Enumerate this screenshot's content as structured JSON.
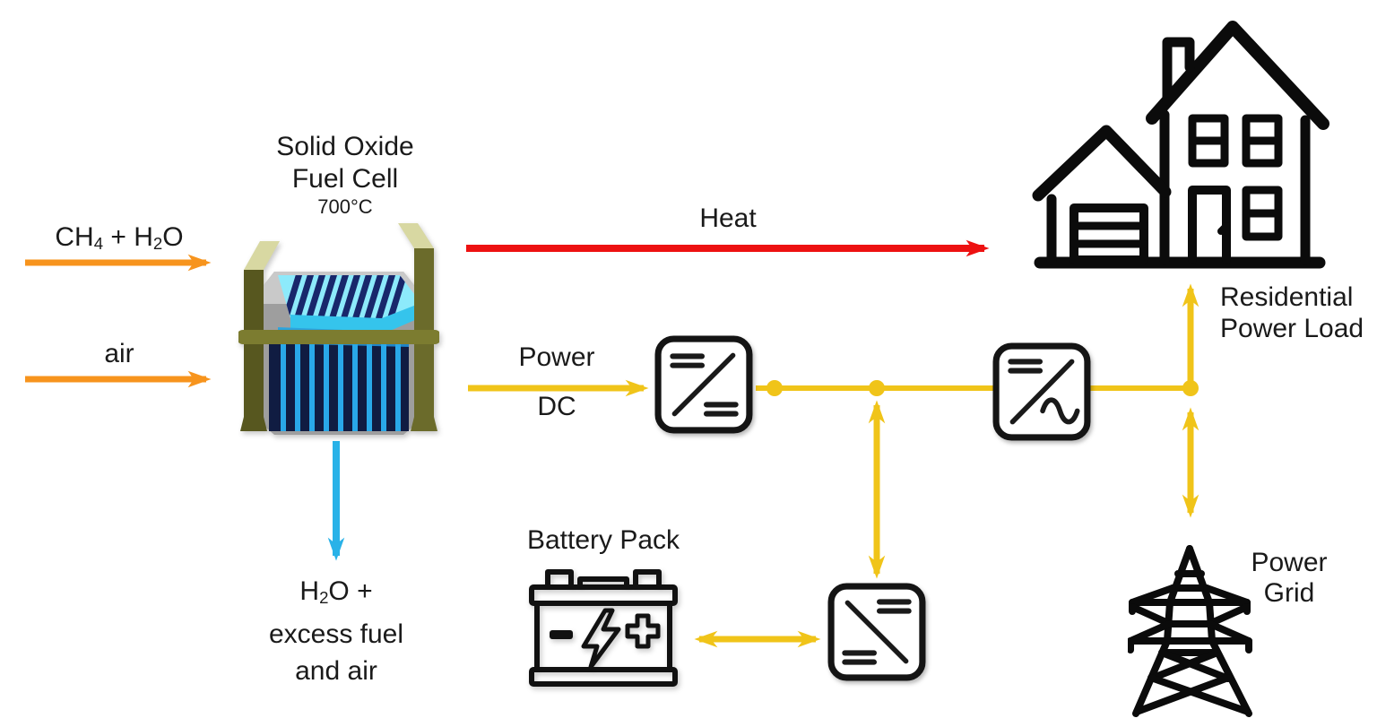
{
  "colors": {
    "orange": "#F7941D",
    "red": "#ED1111",
    "yellow": "#F0C419",
    "blue": "#29B2E8",
    "ink": "#1A1A1A",
    "fuel_cell_olive": "#6B6B2B",
    "fuel_cell_cyan": "#8DEAFB",
    "fuel_cell_navy": "#101C42"
  },
  "fuel_cell": {
    "title_line1": "Solid Oxide",
    "title_line2": "Fuel Cell",
    "temperature": "700°C"
  },
  "inputs": {
    "fuel": {
      "p1": "CH",
      "s1": "4",
      "p2": " + H",
      "s2": "2",
      "p3": "O"
    },
    "air": "air"
  },
  "outputs": {
    "heat": "Heat",
    "power": "Power",
    "dc": "DC",
    "exhaust": {
      "p1": "H",
      "s1": "2",
      "p2": "O +",
      "line2": "excess fuel",
      "line3": "and air"
    }
  },
  "battery": {
    "label": "Battery Pack"
  },
  "residential": {
    "line1": "Residential",
    "line2": "Power Load"
  },
  "grid": {
    "line1": "Power",
    "line2": "Grid"
  }
}
